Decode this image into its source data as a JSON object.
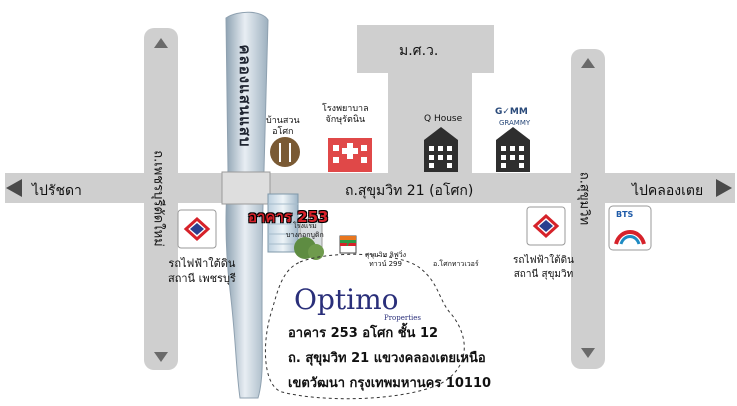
{
  "roads": {
    "main": "ถ.สุขุมวิท 21 (อโศก)",
    "west": "ไปรัชดา",
    "east": "ไปคลองเตย",
    "left_vertical": "ถ.เพชรบุรีตัดใหม่",
    "right_vertical": "ถ.สุขุมวิท",
    "canal": "คลองแสนแสบ",
    "top_block": "ม.ศ.ว."
  },
  "landmarks": {
    "benjakitti": "บ้านสวน\nอโศก",
    "hospital": "โรงพยาบาล\nจักษุรัตนิน",
    "q_house": "Q House",
    "gmm_logo": "G✓MM",
    "gmm_sub": "GRAMMY",
    "hotel": "โรงแรม\nบางกอกบูติก",
    "sukhumvit_living": "สุขุมวิท ลิฟวิ่ง\nทาวน์ 299",
    "asoke_tower": "อ.โศกทาวเวอร์",
    "building": "อาคาร 253",
    "mrt_phetchaburi": "รถไฟฟ้าใต้ดิน\nสถานี เพชรบุรี",
    "mrt_sukhumvit": "รถไฟฟ้าใต้ดิน\nสถานี สุขุมวิท",
    "bts_logo": "BTS",
    "seven_eleven": "7"
  },
  "company": {
    "name": "Optimo",
    "sub": "Properties",
    "line1": "อาคาร 253 อโศก ชั้น 12",
    "line2": "ถ. สุขุมวิท 21 แขวงคลองเตยเหนือ",
    "line3": "เขตวัฒนา กรุงเทพมหานคร 10110"
  },
  "colors": {
    "road": "#cfcfcf",
    "canal": "#b8c8d4",
    "hospital": "#e04848",
    "icon_dark": "#2e2e2e",
    "building_red": "#d6222a",
    "brand_blue": "#2a2f7a"
  }
}
